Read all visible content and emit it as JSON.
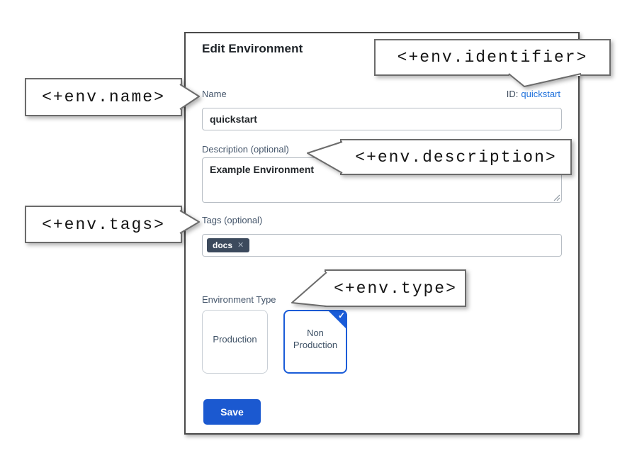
{
  "dialog": {
    "title": "Edit Environment",
    "identifier": {
      "label": "ID:",
      "value": "quickstart"
    },
    "name": {
      "label": "Name",
      "value": "quickstart"
    },
    "description": {
      "label": "Description (optional)",
      "value": "Example Environment"
    },
    "tags": {
      "label": "Tags (optional)",
      "chip": {
        "text": "docs",
        "close_icon": "✕"
      }
    },
    "environment_type": {
      "label": "Environment Type",
      "check_icon": "✓",
      "options": [
        {
          "label": "Production",
          "selected": false
        },
        {
          "label": "Non Production",
          "selected": true
        }
      ]
    },
    "save_label": "Save"
  },
  "callouts": {
    "identifier": "<+env.identifier>",
    "name": "<+env.name>",
    "description": "<+env.description>",
    "tags": "<+env.tags>",
    "type": "<+env.type>"
  },
  "colors": {
    "primary_blue": "#1b59d0",
    "selected_card_blue": "#1a5cd8",
    "link_blue": "#1c6fdb",
    "tag_chip_bg": "#3c4a5d",
    "label_text": "#45566b",
    "callout_border": "#6b6b6b"
  }
}
